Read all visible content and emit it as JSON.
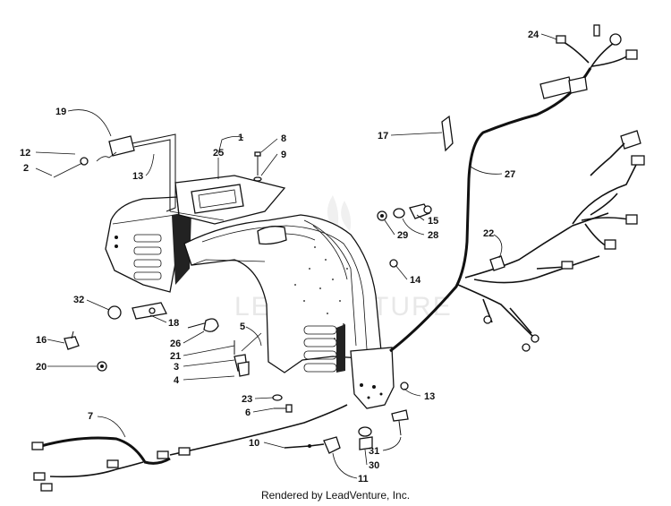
{
  "footer": "Rendered by LeadVenture, Inc.",
  "watermark": "LEADVENTURE",
  "callouts": [
    "1",
    "2",
    "3",
    "4",
    "5",
    "6",
    "7",
    "8",
    "9",
    "10",
    "11",
    "12",
    "13",
    "13",
    "14",
    "15",
    "16",
    "17",
    "18",
    "19",
    "20",
    "21",
    "22",
    "23",
    "24",
    "25",
    "26",
    "27",
    "28",
    "29",
    "30",
    "31",
    "32"
  ]
}
